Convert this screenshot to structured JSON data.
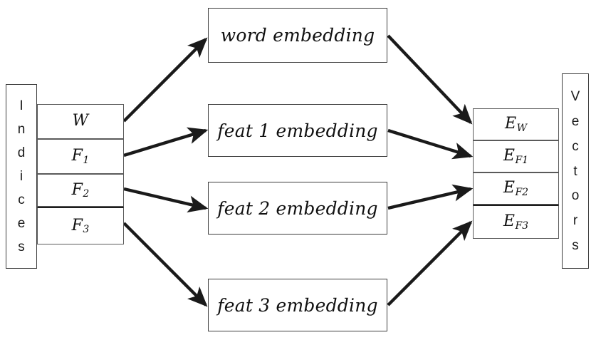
{
  "diagram": {
    "title": "embedding lookup diagram",
    "line_color": "#1a1a1a",
    "box_border_color": "#3d3d3d",
    "background": "#ffffff"
  },
  "left_column": {
    "name": "Indices",
    "letters": [
      "I",
      "n",
      "d",
      "i",
      "c",
      "e",
      "s"
    ]
  },
  "right_column": {
    "name": "Vectors",
    "letters": [
      "V",
      "e",
      "c",
      "t",
      "o",
      "r",
      "s"
    ]
  },
  "index_cells": [
    {
      "base": "W",
      "sub": ""
    },
    {
      "base": "F",
      "sub": "1"
    },
    {
      "base": "F",
      "sub": "2"
    },
    {
      "base": "F",
      "sub": "3"
    }
  ],
  "embeddings": [
    {
      "label": "word embedding"
    },
    {
      "label": "feat 1 embedding"
    },
    {
      "label": "feat 2 embedding"
    },
    {
      "label": "feat 3 embedding"
    }
  ],
  "vector_cells": [
    {
      "base": "E",
      "sub": "W"
    },
    {
      "base": "E",
      "sub": "F1"
    },
    {
      "base": "E",
      "sub": "F2"
    },
    {
      "base": "E",
      "sub": "F3"
    }
  ]
}
